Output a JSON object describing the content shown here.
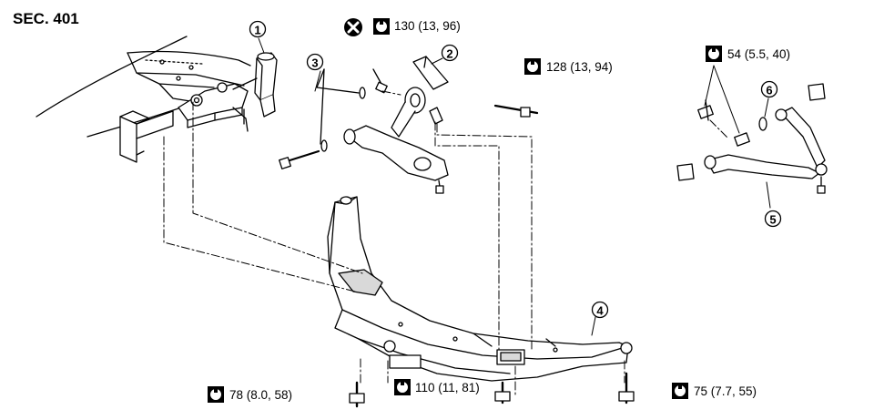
{
  "section_label": "SEC. 401",
  "colors": {
    "line": "#000000",
    "part_fill": "#ffffff",
    "shade": "#d9d9d9"
  },
  "callouts": [
    {
      "id": "crossmember-bracket",
      "number": "1"
    },
    {
      "id": "lower-link",
      "number": "2"
    },
    {
      "id": "washer-bolt",
      "number": "3"
    },
    {
      "id": "suspension-member",
      "number": "4"
    },
    {
      "id": "upper-link",
      "number": "5"
    },
    {
      "id": "upper-washer",
      "number": "6"
    }
  ],
  "torques": {
    "t130": {
      "value": "130 (13, 96)",
      "icon": "torque-wrench-icon",
      "note_icon": "do-not-reuse-icon"
    },
    "t128": {
      "value": "128 (13, 94)",
      "icon": "torque-wrench-icon"
    },
    "t54": {
      "value": "54 (5.5, 40)",
      "icon": "torque-wrench-icon"
    },
    "t78": {
      "value": "78 (8.0, 58)",
      "icon": "torque-wrench-icon"
    },
    "t110": {
      "value": "110 (11, 81)",
      "icon": "torque-wrench-icon"
    },
    "t75": {
      "value": "75 (7.7, 55)",
      "icon": "torque-wrench-icon"
    }
  }
}
